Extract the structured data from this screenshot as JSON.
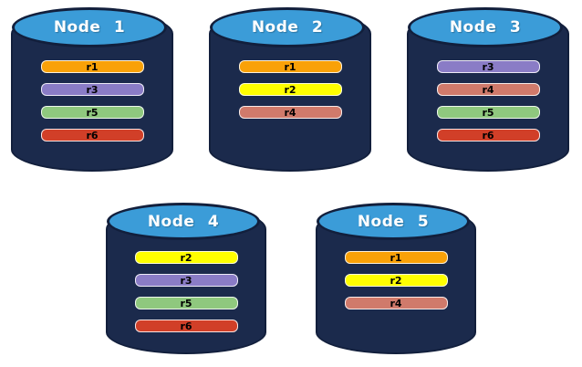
{
  "diagram": {
    "description": "Five database node cylinders showing replica placement",
    "colors": {
      "cylinder_body": "#1B2A4C",
      "cylinder_border": "#121F3C",
      "cylinder_top": "#3B9CD8",
      "replica_colors": {
        "r1": "#F9A108",
        "r2": "#FFFF00",
        "r3": "#8A7CC6",
        "r4": "#D07A6B",
        "r5": "#8FC87E",
        "r6": "#D13F28"
      }
    },
    "nodes": [
      {
        "label": "Node 1",
        "replicas": [
          "r1",
          "r3",
          "r5",
          "r6"
        ]
      },
      {
        "label": "Node 2",
        "replicas": [
          "r1",
          "r2",
          "r4"
        ]
      },
      {
        "label": "Node 3",
        "replicas": [
          "r3",
          "r4",
          "r5",
          "r6"
        ]
      },
      {
        "label": "Node 4",
        "replicas": [
          "r2",
          "r3",
          "r5",
          "r6"
        ]
      },
      {
        "label": "Node 5",
        "replicas": [
          "r1",
          "r2",
          "r4"
        ]
      }
    ]
  }
}
